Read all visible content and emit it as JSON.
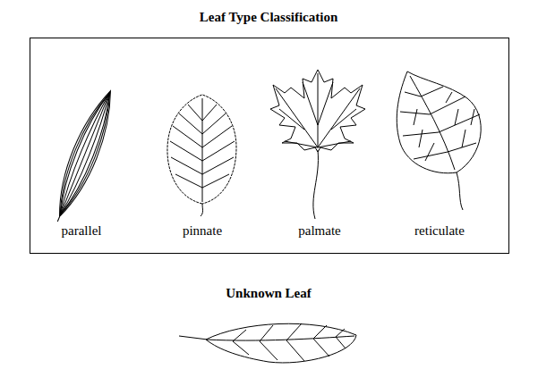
{
  "diagram": {
    "title": "Leaf Type Classification",
    "labels": [
      "parallel",
      "pinnate",
      "palmate",
      "reticulate",
      "Unknown Leaf"
    ]
  }
}
